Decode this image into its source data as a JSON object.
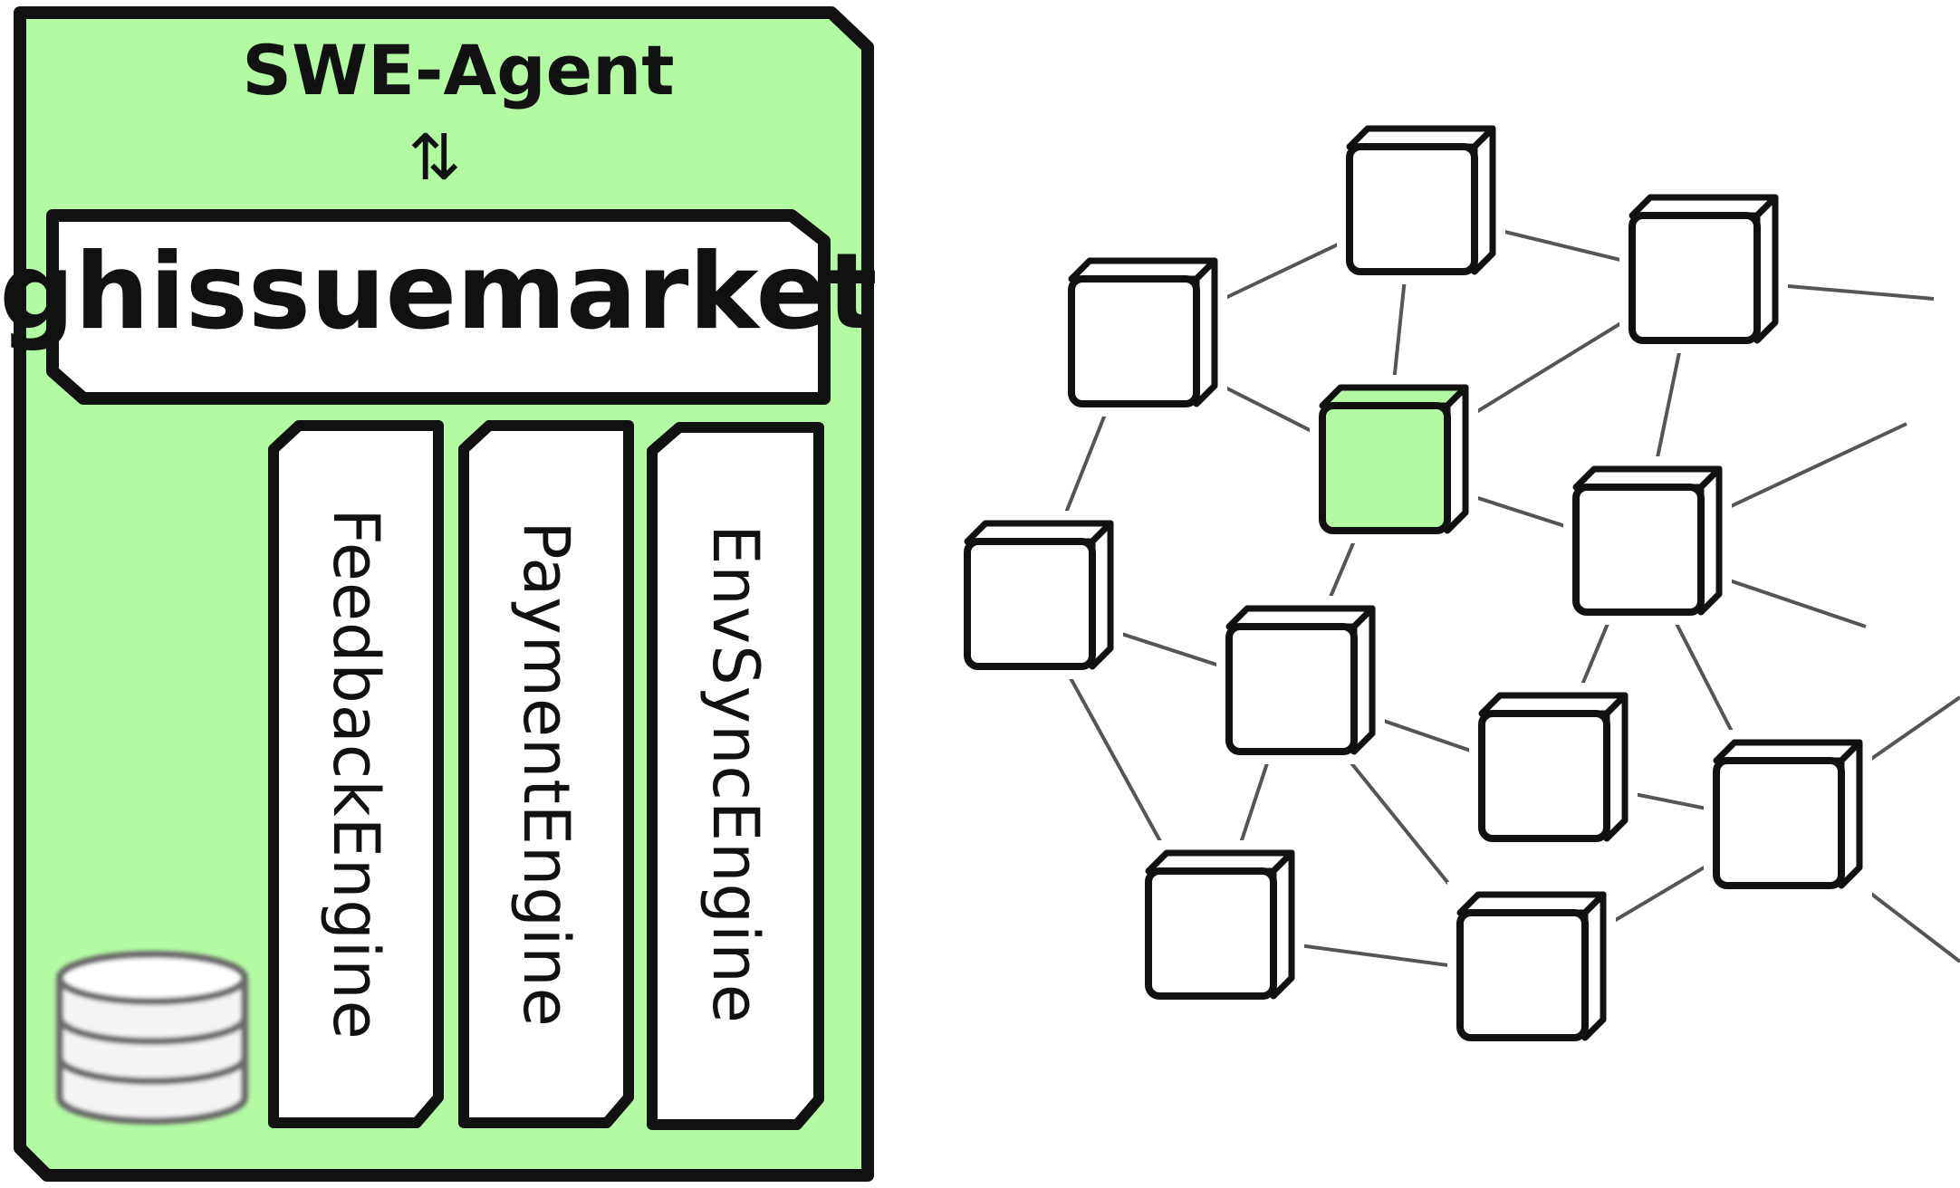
{
  "agent_panel": {
    "title": "SWE-Agent",
    "exchange_glyph": "⇅",
    "banner_label": "ghissuemarket",
    "fill_color": "#b2fba2",
    "border_color": "#111111",
    "engines": [
      {
        "label": "FeedbackEngine"
      },
      {
        "label": "PaymentEngine"
      },
      {
        "label": "EnvSyncEngine"
      }
    ],
    "storage_icon": "database-icon"
  },
  "network": {
    "node_fill": "#ffffff",
    "highlight_fill": "#b2fba2",
    "edge_color": "#555555",
    "highlighted_node": "hub"
  }
}
